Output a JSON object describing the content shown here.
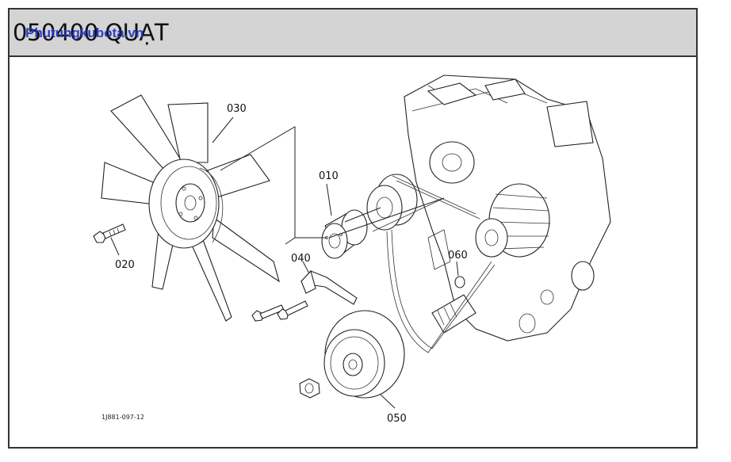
{
  "header": {
    "title": "050400 QUẠT",
    "watermark": "Phutungkubota.vn"
  },
  "diagram": {
    "drawing_code": "1J881-097-12",
    "callouts": [
      "030",
      "010",
      "020",
      "040",
      "060",
      "050"
    ]
  }
}
